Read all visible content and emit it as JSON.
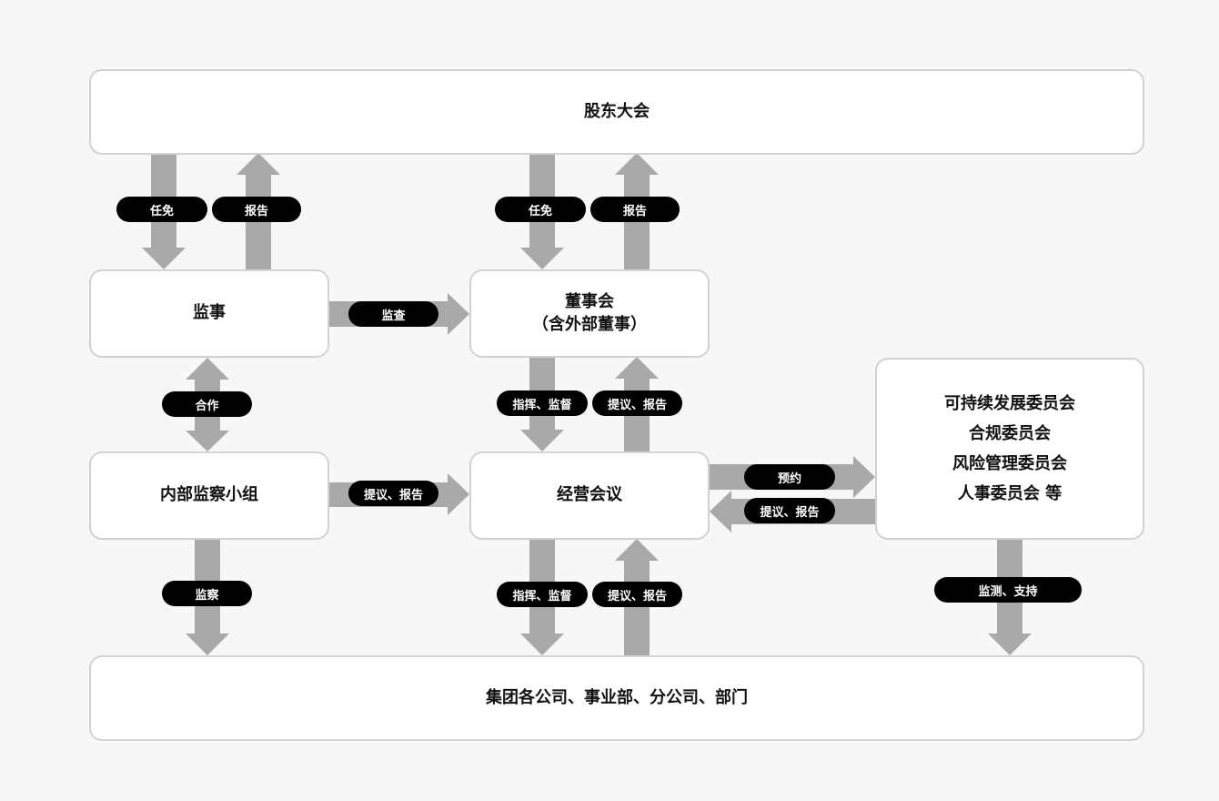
{
  "nodes": {
    "shareholders": "股东大会",
    "auditor": "监事",
    "board_line1": "董事会",
    "board_line2": "（含外部董事）",
    "inspection_team": "内部监察小组",
    "management_meeting": "经营会议",
    "committees": [
      "可持续发展委员会",
      "合规委员会",
      "风险管理委员会",
      "人事委员会 等"
    ],
    "group_companies": "集团各公司、事业部、分公司、部门"
  },
  "labels": {
    "appoint_auditor": "任免",
    "report_auditor": "报告",
    "appoint_board": "任免",
    "report_board": "报告",
    "supervise": "监查",
    "cooperate": "合作",
    "direct_board": "指挥、监督",
    "propose_board": "提议、报告",
    "propose_inspection": "提议、报告",
    "consult": "预约",
    "propose_committee": "提议、报告",
    "inspect": "监察",
    "direct_group": "指挥、监督",
    "propose_group": "提议、报告",
    "monitor_support": "监测、支持"
  },
  "colors": {
    "arrow": "#a9a9a9",
    "pill": "#000000",
    "box_border": "#d2d2d2",
    "background": "#f7f7f7"
  }
}
